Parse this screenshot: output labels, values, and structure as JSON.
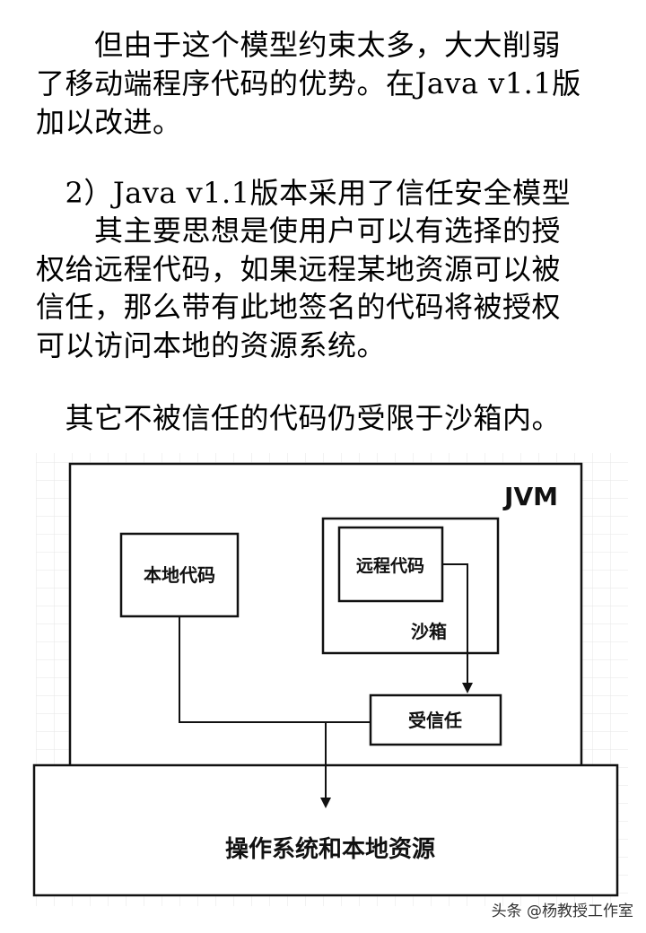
{
  "paragraphs": [
    "　　但由于这个模型约束太多，大大削弱",
    "了移动端程序代码的优势。在Java v1.1版",
    "加以改进。",
    "",
    "　2）Java v1.1版本采用了信任安全模型",
    "　　其主要思想是使用户可以有选择的授",
    "权给远程代码，如果远程某地资源可以被",
    "信任，那么带有此地签名的代码将被授权",
    "可以访问本地的资源系统。",
    "",
    "　其它不被信任的代码仍受限于沙箱内。"
  ],
  "diagram": {
    "jvm_label": "JVM",
    "local_code": "本地代码",
    "remote_code": "远程代码",
    "sandbox": "沙箱",
    "trusted": "受信任",
    "os_resources": "操作系统和本地资源",
    "colors": {
      "line": "#111111",
      "grid": "#e6e6e6",
      "background": "#ffffff"
    }
  },
  "watermark": "头条 @杨教授工作室"
}
